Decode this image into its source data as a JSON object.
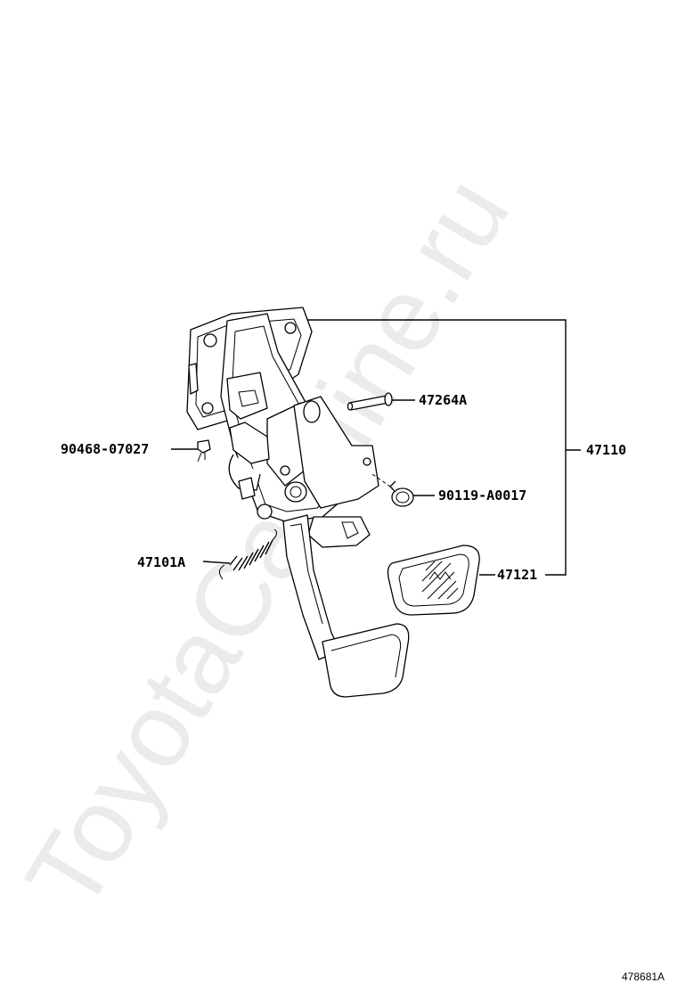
{
  "diagram": {
    "watermark": "ToyotaCarMine.ru",
    "figure_code": "478681A",
    "labels": {
      "assembly": "47110",
      "pin": "47264A",
      "clamp": "90468-07027",
      "bolt": "90119-A0017",
      "spring": "47101A",
      "pad": "47121"
    }
  }
}
